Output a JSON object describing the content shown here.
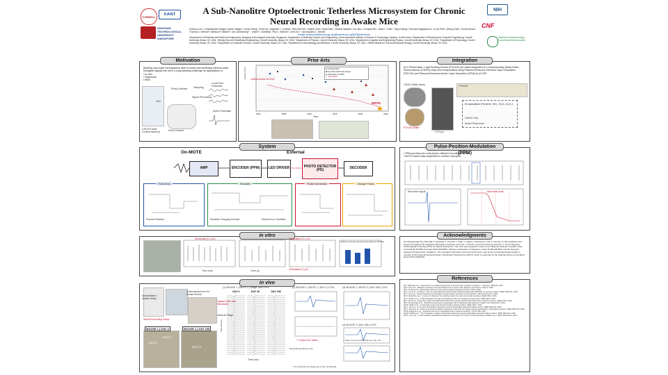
{
  "header": {
    "title_line1": "A Sub-Nanolitre Optoelectronic Tetherless Microsystem for Chronic",
    "title_line2": "Neural Recording in Awake Mice",
    "authors": "Sunwoo Lee¹·², Shahabuddin Ghajari³, Aseer Gattapc³, Yumin Zheng³, Ferdi Lim³, Alejandro J. Cortese⁴, Menchua Sui⁵, Kotaek Chun³, Aaron Mai³⁶, Melanie Wallace³, Rui Jiao³, Chunyan Wu³, Jesse C. Ruhr³, Tianyu Wang³, Ruoxuan Mogaliquerul³, Ju Uni Park⁷, Qihong Zhai⁶, Conrad Smart³, Thomas A. Gerhard⁵, Melissa R. Warden⁵, Jan Lammerding⁶·⁷, Jesse H. Goldberg⁵, Paul L. McEuen⁴, Chris Xu³·⁴, and Alyosha C. Molnar³",
    "emails": "Emails: sunwoo.lee@ntu.edu.sg, acm@cornell.edu, sg3347@cornell.edu",
    "affiliations": "¹Department of Electrical and Electronic Engineering, Nanyang Technological University, Singapore, ²Department of Materials Science and Engineering, Korea Advanced Institute of Science & Technology, Daejeon, South Korea, ³Department of Electrical and Computer Engineering, Cornell University, Ithaca, NY, USA, ⁴Meinig School of Biomedical Engineering, Cornell University, Ithaca, NY, USA, ⁵Department of Physics, Cornell University, Ithaca, NY, USA, ⁶Department of Applied and Engineering Physics, Cornell University, Ithaca, NY, USA, ⁷Department of Psychology, Cornell University, Ithaca, NY, USA, ⁸Department of Computer Science, Cornell University, Ithaca, NY, USA, ⁹Department of Neurobiology and Behavior, Cornell University, Ithaca, NY, USA, ¹⁰Weill Institute for Cell and Molecular Biology, Cornell University, Ithaca, NY, USA"
  },
  "logos": {
    "left1": "CORNELL",
    "left2": "KAIST",
    "left3": "NANYANG TECHNOLOGICAL UNIVERSITY SINGAPORE",
    "right1": "NIH",
    "right2": "CNF",
    "right3": "National Nanotechnology Coordinated Infrastructure"
  },
  "motivation": {
    "heading": "Motivation",
    "text": "Building dust-scale microsystems able to sense and wirelessly transmit weak biological signals has been a long-standing challenge for applications in",
    "bullets": [
      "In vitro",
      "Organoids",
      "Mice"
    ],
    "labels": [
      "Photo-Detector",
      "Sampling",
      "Local Field Potentials",
      "Signal Processing",
      "Action Potentials",
      "Event Counter",
      "a MOTE Near Cortical Neurons",
      "LED"
    ]
  },
  "prior_arts": {
    "heading": "Prior Arts",
    "legend": [
      "● Cortical Wire",
      "■ Ins./Nerve/Muscle Arrays",
      "▲ Wireless w/ ASIC",
      "☆ This Work"
    ],
    "xlabel": "Year",
    "ylabel": "Volume (mm³)",
    "series_label": "Optical-based w/ ASIC",
    "xticks": [
      "2004",
      "2008",
      "2012",
      "2016",
      "2020",
      "2024"
    ],
    "mote_label": "MOTE"
  },
  "integration": {
    "heading": "Integration",
    "text": "III-V Photovoltaic / Light Emitting Diodes (PV/LED) are batch-integrated on Complementary Metal-Oxide-Semiconductor (CMOS) chips and encapsulated using Plasma-Enhanced Chemical Vapor Deposition (PECVD) and Plasma-Enhanced Atomic Layer Deposition (PEALD) at CNF.",
    "labels": [
      "CMOS Wafer (bare)",
      "PV/LED Wafer",
      "~270 µm",
      "PV/LED",
      "Encapsulation (Parylene, SiO₂, Si₃N₄, Al₂O₃)",
      "CMOS Chip",
      "Active Photo Area"
    ]
  },
  "system": {
    "heading": "System",
    "on_mote": "On-MOTE",
    "external": "External",
    "blocks": [
      "AMP",
      "ENCODER (PPM)",
      "LED DRIVER",
      "PHOTO DETECTOR (PD)",
      "DECODER"
    ],
    "sub_blocks": [
      "Front-End",
      "Encoder",
      "Pulse Generator",
      "Charge Pump"
    ],
    "sub_labels": [
      "Pseudo-Resistor",
      "Parasitic Charging Encoder",
      "Reduced-on Oscillator"
    ]
  },
  "ppm": {
    "heading": "Pulse-Position-Modulation (PPM)",
    "bullets": [
      "PPM provides the most photon-efficient encoding scheme.",
      "MOTE-based data acquisition in cardiac myocytes:"
    ],
    "labels": [
      "Recorded signal",
      "Abnormal peak"
    ]
  },
  "acknowledgments": {
    "heading": "Acknowledgments",
    "text": "We acknowledge the CNF staff, in particular, T. Pennell, J. Clark, C. Alpha, G. Bordonaro, and V. Genova, for their guidance and support throughout the integration fabrication processes, and Prof. J. Fetcho of Cornell University and Prof. L. Hui of Nanyang Technological University (NTU) for helpful discussions. This work was supported in part by the National Institutes of Health under Grant R21EY027596 and Grant R01-NS103807, Ministry of Education of Singapore, Grant R-263-000-B02, and the Nanyang Assistant Professorship, Singapore. The integration fabrication work was performed in part at the Cornell NanoScale Facility, a member of the National Nanotechnology Coordinated Infrastructure (NNCI), which is supported by the National Science Foundation (Grant NNCI-2025233)."
  },
  "in_vitro": {
    "heading": "in vitro",
    "labels": [
      "Sinusoidal (0.1 µV)",
      "Modulated (0.1 µV)",
      "Modulated (1 µV)",
      "* Different colours denote three different MOTEs",
      "Time (ms)",
      "Time (s)"
    ]
  },
  "in_vivo": {
    "heading": "in vivo",
    "labels": [
      "Anesthetized / Awake Setup",
      "A Mechanical Arm for Awake Mouse",
      "Optical Fiber and Electrodes",
      "Head-fix Stage",
      "Neural Recording Setup"
    ],
    "mouse_labels": [
      "MOUSE 1 | DAY 3",
      "MOUSE 1 | DAY 156",
      "MOTE 1",
      "MOTE 2",
      "MOTE 3"
    ],
    "plot_titles": [
      "(1) MOUSE 1 | MOTE 1 | Single Trial LFPs",
      "(2) MOUSE 1 | MOTE 1 | DAY 3 | LFPs",
      "(3) MOUSE 1 | MOTE 2 | DAY 156 | LFPs",
      "(4) MOUSE 2 | DAY 156 | LFPs"
    ],
    "day_labels": [
      "DAY 3",
      "DAY 30",
      "DAY 156"
    ],
    "notes": [
      "* Control: No Twitch",
      "* Same mouse and MOTE as in Fig. 4-b",
      "* 0 ms denotes the beginning of the mechanical"
    ],
    "axis": [
      "Time (ms)",
      "Trials Number",
      "Recorded Amplitude (µV)"
    ]
  },
  "references": {
    "heading": "References",
    "items": [
      "[1] K. Bhaskar et al., \"Neural dust: an untethered approach to chronic brain–machine interfaces,\" J. Neurosci. Methods, 2013.",
      "[2] D. Seo et al., \"Wireless recording in the peripheral nervous system with ultrasonic neural dust,\" Neuron, 2016.",
      "[3] A. Cortese et al., \"Microscopic sensors using optical wireless integrated circuits,\" PNAS, 2020.",
      "[4] S. Lee et al., \"A 250 µm × 57 µm microscale opto-electronically transduced electrodes (MOTEs) for neural recording,\" IEEE TBioCAS, 2018.",
      "[5] J. Lee et al., \"Neural recording and stimulation using wireless networks of microimplants,\" Nature Electronics, 2021.",
      "[6] M. Ghanbari et al., \"A sub-mm³ ultrasonic free-floating implant for multi-mote neural recording,\" IEEE JSSC, 2019.",
      "[7] D. Yeager et al., \"A fully integrated 10.5 µW miniaturized (0.125 mm²) wireless neural sensor,\" IEEE JSSC, 2017.",
      "[8] C. Kim et al., \"Sub-µVrms-noise sub-µW/channel ADC-direct neural recording with 200-mV/ms transient recovery,\" IEEE JSSC, 2019.",
      "[9] S. Sonmezoglu et al., \"Monitoring deep-tissue oxygenation with a millimeter-scale ultrasonic implant,\" Nat. Biotechnol., 2021.",
      "[10] R. Muller et al., \"A minimally invasive 64-channel wireless µECoG implant,\" IEEE JSSC, 2015.",
      "[11] Y. Jia et al., \"A mm-sized free-floating wirelessly powered implantable optical stimulation device,\" IEEE TBioCAS, 2019.",
      "[12] T. Chang et al., \"End-to-end design of efficient ultrasonic power links for scaling towards submillimeter implantable receivers,\" IEEE TBioCAS, 2018.",
      "[13] B. Rapoport et al., \"A glucose fuel cell for implantable brain–machine interfaces,\" PLoS ONE, 2012.",
      "[14] P. Khalifa et al., \"The microbead: a highly miniaturized wirelessly powered implantable neural stimulating system,\" IEEE TBioCAS, 2018.",
      "[15] S. Lee et al., \"A sub-nanolitre optoelectronic tetherless microsystem for chronic neural recording in awake mice,\" Nature Electronics, 2024."
    ]
  }
}
